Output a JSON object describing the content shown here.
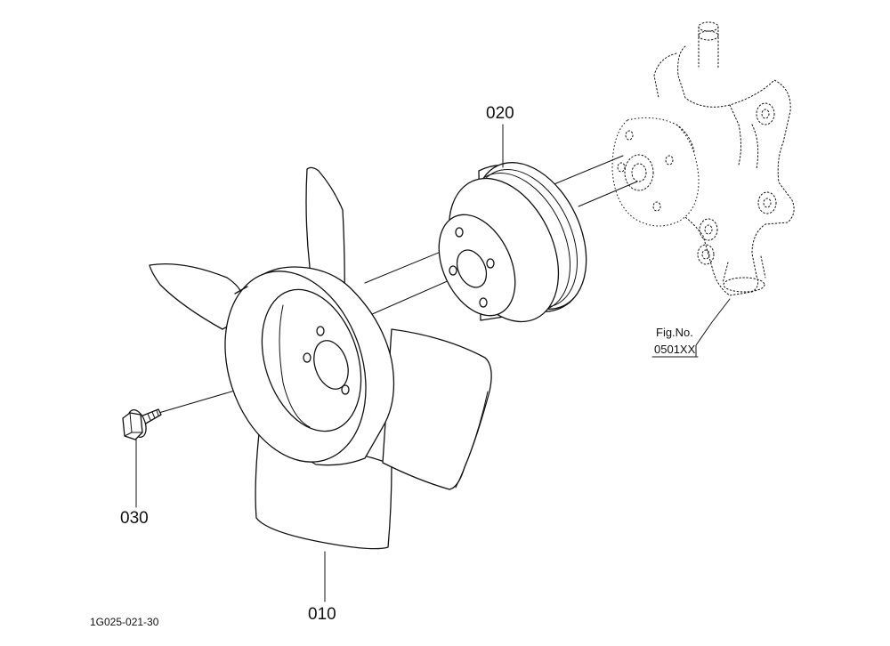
{
  "parts": {
    "fan": {
      "number": "010"
    },
    "pulley": {
      "number": "020"
    },
    "bolt": {
      "number": "030"
    }
  },
  "reference": {
    "line1": "Fig.No.",
    "line2": "0501XX"
  },
  "drawing_id": "1G025-021-30"
}
